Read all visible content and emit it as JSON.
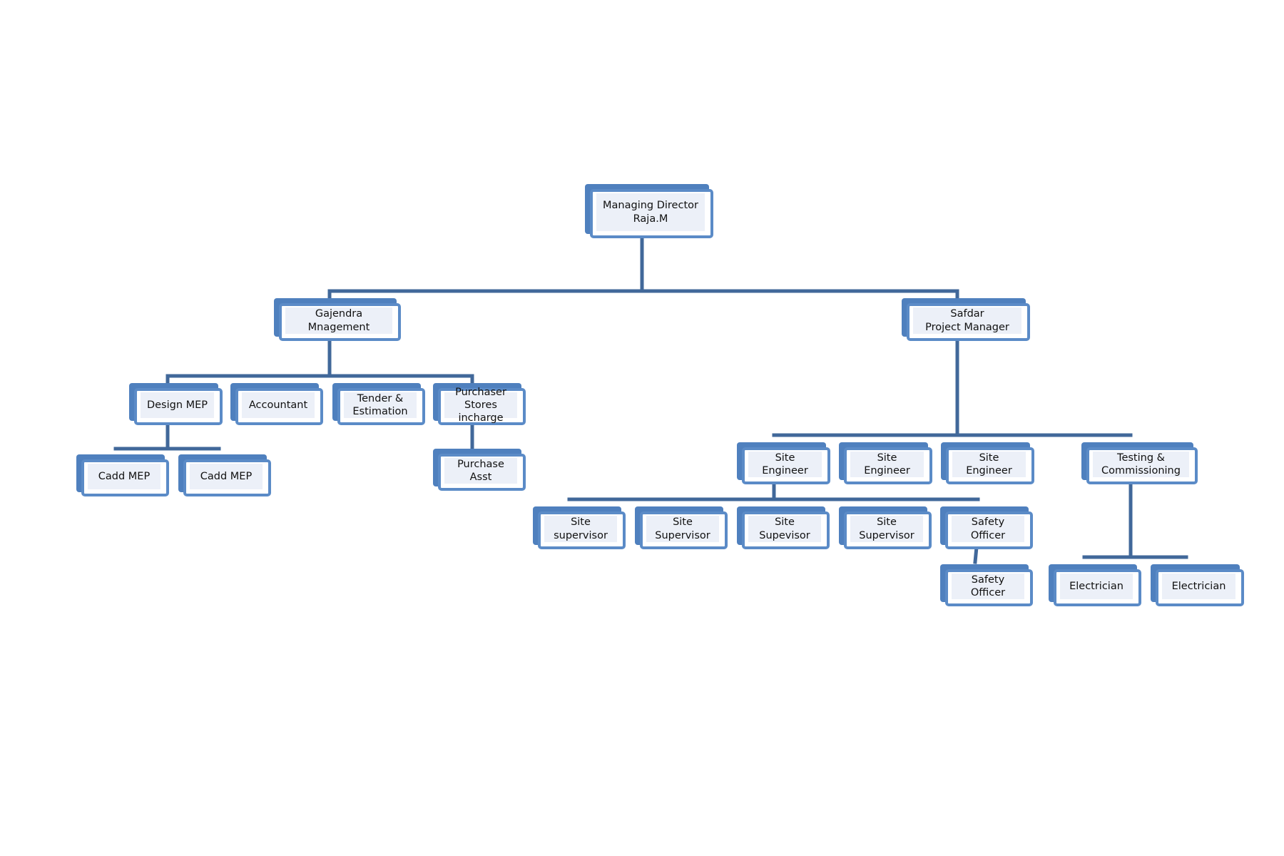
{
  "nodes": {
    "md": [
      "Managing Director",
      "Raja.M"
    ],
    "gajendra": [
      "Gajendra",
      "Mnagement"
    ],
    "safdar": [
      "Safdar",
      "Project Manager"
    ],
    "design": [
      "Design MEP"
    ],
    "accountant": [
      "Accountant"
    ],
    "tender": [
      "Tender &",
      "Estimation"
    ],
    "purchaser": [
      "Purchaser",
      "Stores",
      "incharge"
    ],
    "cadd1": [
      "Cadd MEP"
    ],
    "cadd2": [
      "Cadd MEP"
    ],
    "purchase_asst": [
      "Purchase",
      "Asst"
    ],
    "se1": [
      "Site",
      "Engineer"
    ],
    "se2": [
      "Site",
      "Engineer"
    ],
    "se3": [
      "Site",
      "Engineer"
    ],
    "testing": [
      "Testing &",
      "Commissioning"
    ],
    "ss1": [
      "Site",
      "supervisor"
    ],
    "ss2": [
      "Site",
      "Supervisor"
    ],
    "ss3": [
      "Site",
      "Supevisor"
    ],
    "ss4": [
      "Site",
      "Supervisor"
    ],
    "safety1": [
      "Safety",
      "Officer"
    ],
    "safety2": [
      "Safety",
      "Officer"
    ],
    "elec1": [
      "Electrician"
    ],
    "elec2": [
      "Electrician"
    ]
  },
  "colors": {
    "connector": "#41689a",
    "box_border": "#5b8bc7",
    "box_shadow": "#4f80be",
    "box_fill": "#ecf0f8"
  }
}
